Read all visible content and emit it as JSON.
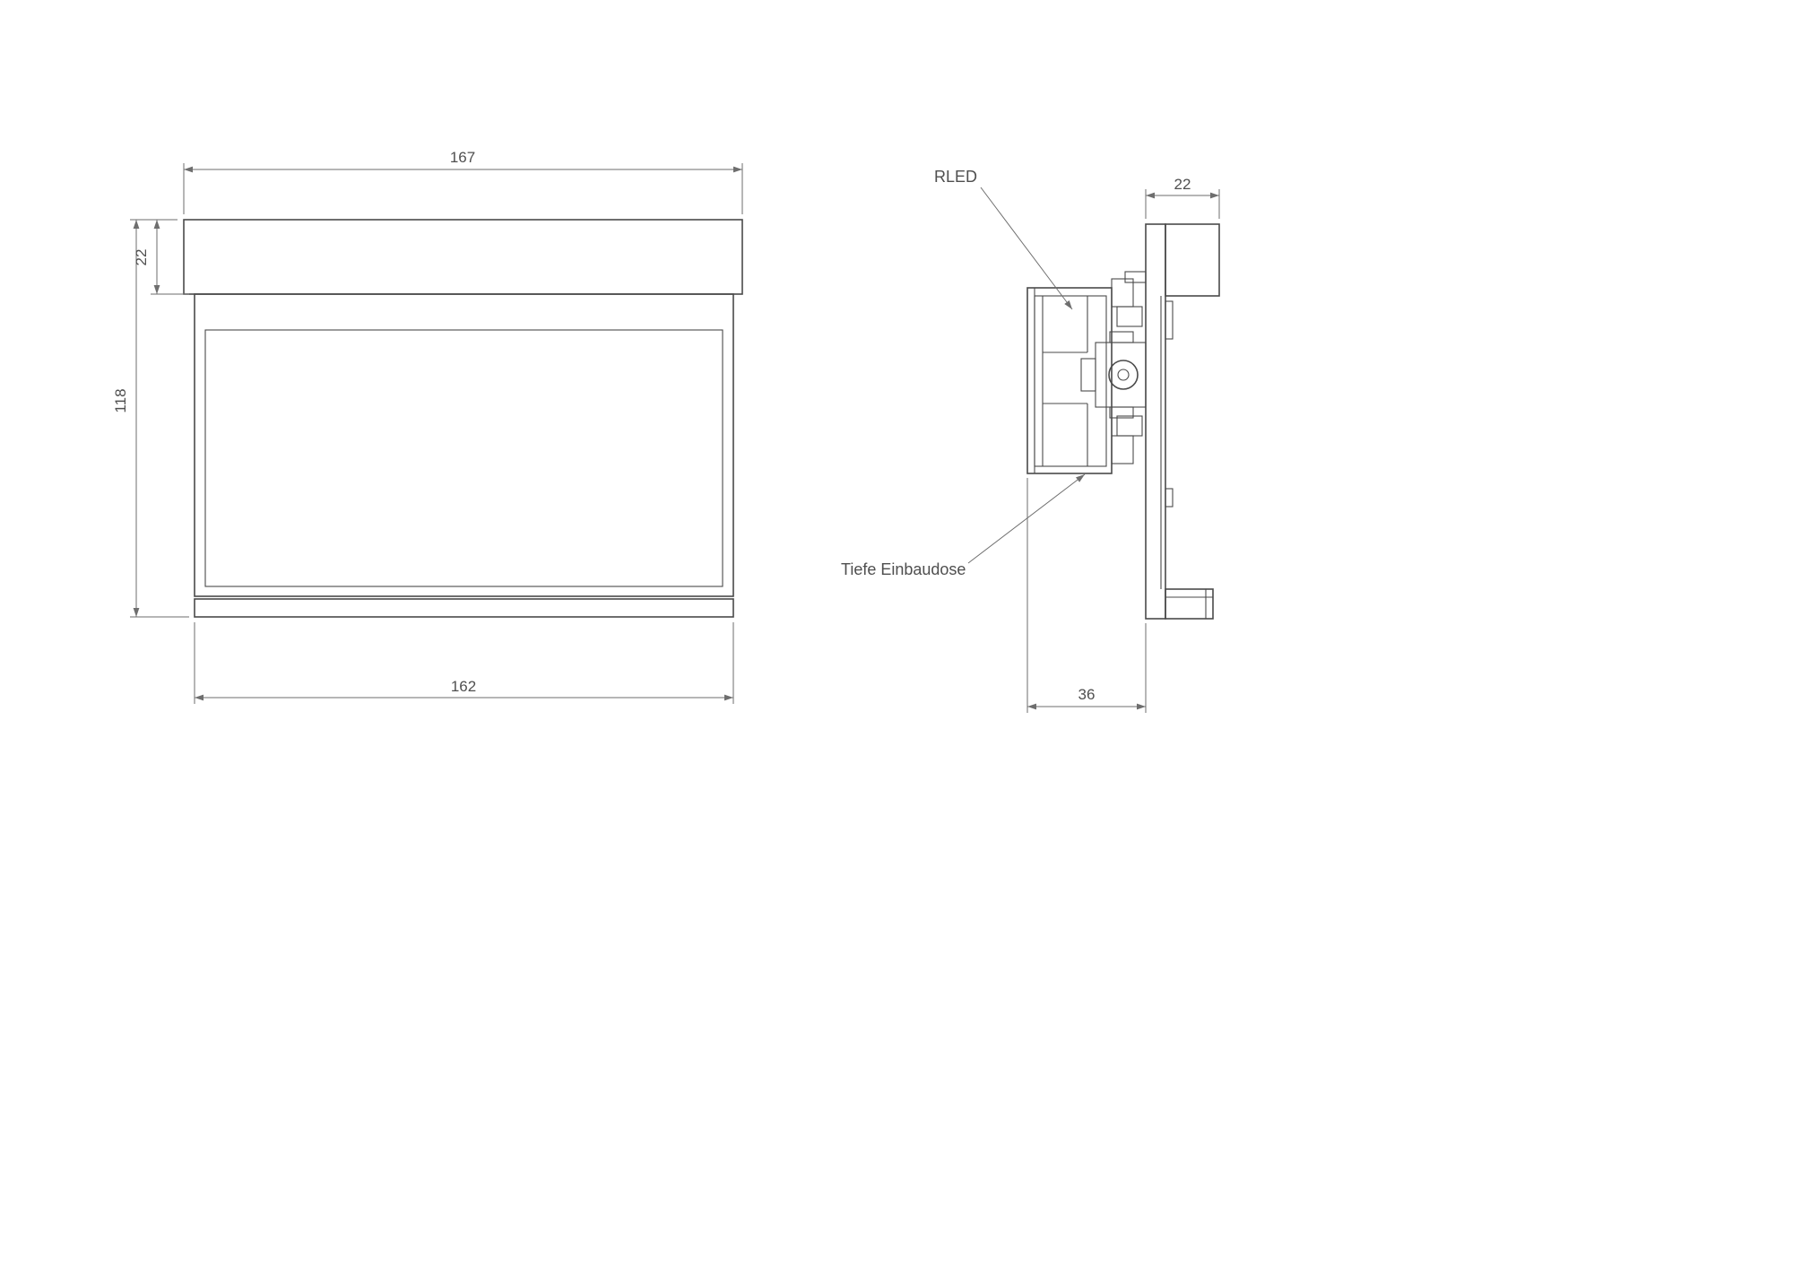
{
  "page": {
    "background": "#ffffff"
  },
  "drawing": {
    "colors": {
      "object_line": "#4a4a4a",
      "dimension_line": "#6e6e6e",
      "text": "#4f4f4f"
    },
    "front_view": {
      "dim_width_top": "167",
      "dim_cap_height": "22",
      "dim_total_height": "118",
      "dim_width_bottom": "162"
    },
    "side_view": {
      "dim_thickness_top": "22",
      "dim_box_depth": "36",
      "label_rled": "RLED",
      "label_einbaudose": "Tiefe Einbaudose"
    }
  }
}
